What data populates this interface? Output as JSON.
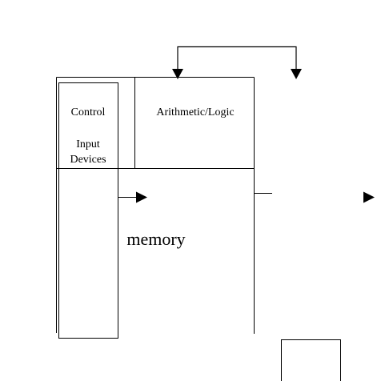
{
  "diagram": {
    "labels": {
      "control": "Control",
      "input": "Input",
      "devices": "Devices",
      "arithmetic": "Arithmetic/Logic",
      "memory": "memory"
    },
    "colors": {
      "line": "#000000",
      "background": "#ffffff"
    }
  }
}
